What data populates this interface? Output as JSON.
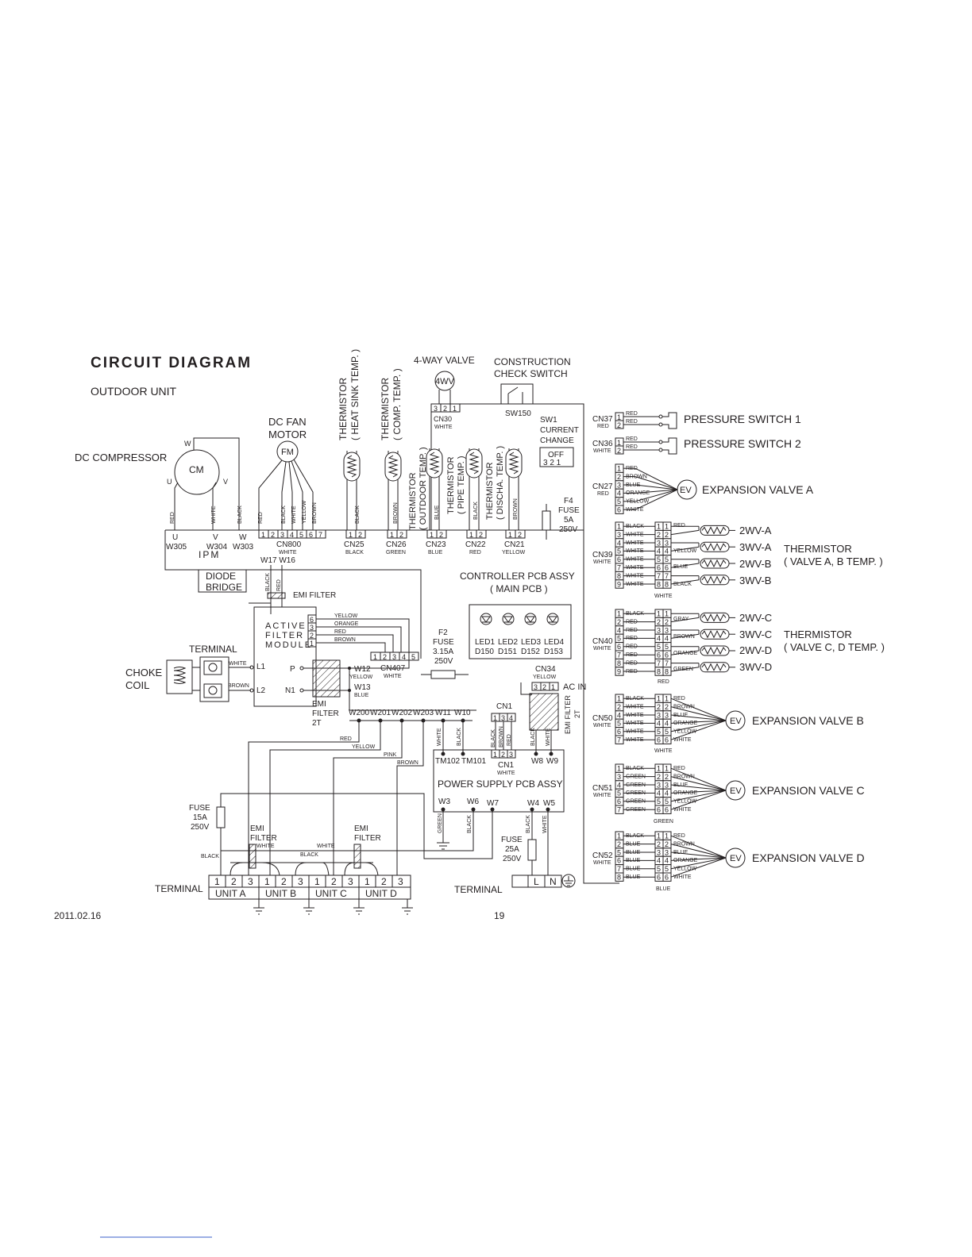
{
  "header": {
    "title": "CIRCUIT DIAGRAM",
    "subtitle": "OUTDOOR UNIT"
  },
  "footer": {
    "date": "2011.02.16",
    "page_number": "19"
  },
  "top": {
    "four_way_valve": "4-WAY VALVE",
    "four_way_symbol": "4WV",
    "construction_switch": "CONSTRUCTION",
    "construction_switch_2": "CHECK SWITCH",
    "sw150": "SW150",
    "cn30": "CN30",
    "cn30_color": "WHITE",
    "cn30_pins": [
      "3",
      "2",
      "1"
    ],
    "sw1_lines": [
      "SW1",
      "CURRENT",
      "CHANGE"
    ],
    "sw1_off": "OFF",
    "sw1_pins": "3  2  1"
  },
  "left": {
    "dc_compressor": "DC COMPRESSOR",
    "cm": "CM",
    "phase_w": "W",
    "phase_u": "U",
    "phase_v": "V",
    "dc_fan_motor": "DC FAN",
    "dc_fan_motor_2": "MOTOR",
    "fm": "FM",
    "ipm": "IPM",
    "ipm_terms": [
      "U",
      "V",
      "W"
    ],
    "ipm_ws": [
      "W305",
      "W304",
      "W303"
    ],
    "ipm_colors": [
      "RED",
      "WHITE",
      "BLACK"
    ],
    "diode_bridge": "DIODE",
    "diode_bridge_2": "BRIDGE",
    "w17w16": "W17 W16",
    "emi_filter": "EMI FILTER",
    "diode_colors": [
      "BLACK",
      "RED"
    ],
    "active_filter": [
      "ACTIVE",
      "FILTER",
      "MODULE"
    ],
    "af_pins": [
      "6",
      "3",
      "2",
      "1"
    ],
    "af_colors": [
      "YELLOW",
      "ORANGE",
      "RED",
      "BROWN"
    ],
    "terminal": "TERMINAL",
    "choke": "CHOKE",
    "coil": "COIL",
    "l1": "L1",
    "l2": "L2",
    "p": "P",
    "n1": "N1",
    "white": "WHITE",
    "brown": "BROWN",
    "emi_filter_2t": [
      "EMI",
      "FILTER",
      "2T"
    ]
  },
  "connectors": {
    "cn800": {
      "label": "CN800",
      "color": "WHITE",
      "pins": [
        "1",
        "2",
        "3",
        "4",
        "5",
        "6",
        "7"
      ],
      "wires": [
        "RED",
        "BLACK",
        "WHITE",
        "YELLOW",
        "BROWN"
      ]
    },
    "cn25": {
      "label": "CN25",
      "color": "BLACK",
      "pins": [
        "1",
        "2"
      ],
      "wire": "BLACK"
    },
    "cn26": {
      "label": "CN26",
      "color": "GREEN",
      "pins": [
        "1",
        "2"
      ],
      "wire": "BROWN"
    },
    "cn23": {
      "label": "CN23",
      "color": "BLUE",
      "pins": [
        "1",
        "2"
      ],
      "wire": "BLUE"
    },
    "cn22": {
      "label": "CN22",
      "color": "RED",
      "pins": [
        "1",
        "2"
      ],
      "wire": "BLACK"
    },
    "cn21": {
      "label": "CN21",
      "color": "YELLOW",
      "pins": [
        "1",
        "2"
      ],
      "wire": "BROWN"
    },
    "cn407": {
      "label": "CN407",
      "color": "WHITE",
      "pins": [
        "1",
        "2",
        "3",
        "4",
        "5"
      ]
    },
    "cn34": {
      "label": "CN34",
      "color": "YELLOW",
      "pins": [
        "3",
        "2",
        "1"
      ]
    }
  },
  "thermistors": [
    [
      "THERMISTOR",
      "( HEAT SINK TEMP. )"
    ],
    [
      "THERMISTOR",
      "( COMP. TEMP. )"
    ],
    [
      "THERMISTOR",
      "( OUTDOOR TEMP. )"
    ],
    [
      "THERMISTOR",
      "( PIPE TEMP. )"
    ],
    [
      "THERMISTOR",
      "( DISCHA. TEMP. )"
    ]
  ],
  "f4": [
    "F4",
    "FUSE",
    "5A",
    "250V"
  ],
  "f2": [
    "F2",
    "FUSE",
    "3.15A",
    "250V"
  ],
  "controller": {
    "title": "CONTROLLER PCB ASSY",
    "subtitle": "( MAIN PCB )",
    "leds": [
      "LED1",
      "LED2",
      "LED3",
      "LED4"
    ],
    "diodes": [
      "D150",
      "D151",
      "D152",
      "D153"
    ]
  },
  "w12": "W12",
  "w12_color": "YELLOW",
  "w13": "W13",
  "w13_color": "BLUE",
  "ac_in": "AC  IN",
  "emi_filter_ac": "EMI  FILTER",
  "emi_filter_ac_2": "2T",
  "bus": {
    "labels": [
      "W200",
      "W201",
      "W202",
      "W203",
      "W11",
      "W10"
    ],
    "cn1": "CN1",
    "cn1_pins": [
      "1",
      "3",
      "4"
    ],
    "wire_colors": [
      "RED",
      "YELLOW",
      "PINK",
      "BROWN"
    ]
  },
  "power_supply": {
    "title": "POWER SUPPLY PCB ASSY",
    "tm": [
      "TM102",
      "TM101"
    ],
    "cn1": "CN1",
    "cn1_color": "WHITE",
    "cn1_pins": [
      "1",
      "2",
      "3"
    ],
    "w_top": [
      "W8",
      "W9"
    ],
    "w_bottom": [
      "W3",
      "W6",
      "W7",
      "W4",
      "W5"
    ],
    "top_wires": [
      "WHITE",
      "BLACK",
      "BLACK",
      "BROWN",
      "RED",
      "BLACK",
      "WHITE"
    ],
    "bottom_wires": [
      "GREEN",
      "BLACK",
      "BLACK",
      "WHITE"
    ]
  },
  "bottom": {
    "fuse15": [
      "FUSE",
      "15A",
      "250V"
    ],
    "emi1": [
      "EMI",
      "FILTER"
    ],
    "emi2": [
      "EMI",
      "FILTER"
    ],
    "white": "WHITE",
    "black": "BLACK",
    "fuse25": [
      "FUSE",
      "25A",
      "250V"
    ],
    "terminal_left": "TERMINAL",
    "terminal_right": "TERMINAL",
    "terminal_pins": [
      "1",
      "2",
      "3",
      "1",
      "2",
      "3",
      "1",
      "2",
      "3",
      "1",
      "2",
      "3"
    ],
    "units": [
      "UNIT  A",
      "UNIT  B",
      "UNIT  C",
      "UNIT  D"
    ],
    "ln": [
      "L",
      "N"
    ]
  },
  "right": {
    "cn37": {
      "label": "CN37",
      "color": "RED",
      "pins": [
        "1",
        "2"
      ],
      "wires": [
        "RED",
        "RED"
      ]
    },
    "cn36": {
      "label": "CN36",
      "color": "WHITE",
      "pins": [
        "1",
        "2"
      ],
      "wires": [
        "RED",
        "RED"
      ]
    },
    "pressure_switch_1": "PRESSURE SWITCH 1",
    "pressure_switch_2": "PRESSURE SWITCH 2",
    "cn27": {
      "label": "CN27",
      "color": "RED",
      "pins": [
        "1",
        "2",
        "3",
        "4",
        "5",
        "6"
      ],
      "wires": [
        "RED",
        "BROWN",
        "BLUE",
        "ORANGE",
        "YELLOW",
        "WHITE"
      ]
    },
    "ev": "EV",
    "expansion_valve_a": "EXPANSION VALVE A",
    "cn39": {
      "label": "CN39",
      "color": "WHITE",
      "pins": [
        "1",
        "3",
        "4",
        "5",
        "6",
        "7",
        "8",
        "9"
      ],
      "inner": [
        "1",
        "2",
        "3",
        "4",
        "5",
        "6",
        "7",
        "8"
      ],
      "wires": [
        "BLACK",
        "WHITE",
        "WHITE",
        "WHITE",
        "WHITE",
        "WHITE",
        "WHITE",
        "WHITE"
      ],
      "bottom": "WHITE"
    },
    "therm_ab": [
      "2WV-A",
      "3WV-A",
      "2WV-B",
      "3WV-B"
    ],
    "therm_ab_colors": [
      "RED",
      "YELLOW",
      "BLUE",
      "BLACK"
    ],
    "therm_ab_label": [
      "THERMISTOR",
      "( VALVE A, B  TEMP. )"
    ],
    "cn40": {
      "label": "CN40",
      "color": "WHITE",
      "pins": [
        "1",
        "2",
        "4",
        "5",
        "6",
        "7",
        "8",
        "9"
      ],
      "inner": [
        "1",
        "2",
        "3",
        "4",
        "5",
        "6",
        "7",
        "8"
      ],
      "wires": [
        "BLACK",
        "RED",
        "RED",
        "RED",
        "RED",
        "RED",
        "RED",
        "RED"
      ],
      "bottom": "RED"
    },
    "therm_cd": [
      "2WV-C",
      "3WV-C",
      "2WV-D",
      "3WV-D"
    ],
    "therm_cd_colors": [
      "GRAY",
      "BROWN",
      "ORANGE",
      "GREEN"
    ],
    "therm_cd_label": [
      "THERMISTOR",
      "( VALVE C, D  TEMP. )"
    ],
    "cn50": {
      "label": "CN50",
      "color": "WHITE",
      "pins": [
        "1",
        "2",
        "4",
        "5",
        "6",
        "7"
      ],
      "inner": [
        "1",
        "2",
        "3",
        "4",
        "5",
        "6"
      ],
      "wires": [
        "BLACK",
        "WHITE",
        "WHITE",
        "WHITE",
        "WHITE",
        "WHITE"
      ],
      "out": [
        "RED",
        "BROWN",
        "BLUE",
        "ORANGE",
        "YELLOW",
        "WHITE"
      ],
      "bottom": "WHITE"
    },
    "expansion_valve_b": "EXPANSION VALVE B",
    "cn51": {
      "label": "CN51",
      "color": "WHITE",
      "pins": [
        "1",
        "3",
        "4",
        "5",
        "6",
        "7"
      ],
      "inner": [
        "1",
        "2",
        "3",
        "4",
        "5",
        "6"
      ],
      "wires": [
        "BLACK",
        "GREEN",
        "GREEN",
        "GREEN",
        "GREEN",
        "GREEN"
      ],
      "out": [
        "RED",
        "BROWN",
        "BLUE",
        "ORANGE",
        "YELLOW",
        "WHITE"
      ],
      "bottom": "GREEN"
    },
    "expansion_valve_c": "EXPANSION VALVE C",
    "cn52": {
      "label": "CN52",
      "color": "WHITE",
      "pins": [
        "1",
        "2",
        "5",
        "6",
        "7",
        "8"
      ],
      "inner": [
        "1",
        "2",
        "3",
        "4",
        "5",
        "6"
      ],
      "wires": [
        "BLACK",
        "BLUE",
        "BLUE",
        "BLUE",
        "BLUE",
        "BLUE"
      ],
      "out": [
        "RED",
        "BROWN",
        "BLUE",
        "ORANGE",
        "YELLOW",
        "WHITE"
      ],
      "bottom": "BLUE"
    },
    "expansion_valve_d": "EXPANSION VALVE D"
  }
}
